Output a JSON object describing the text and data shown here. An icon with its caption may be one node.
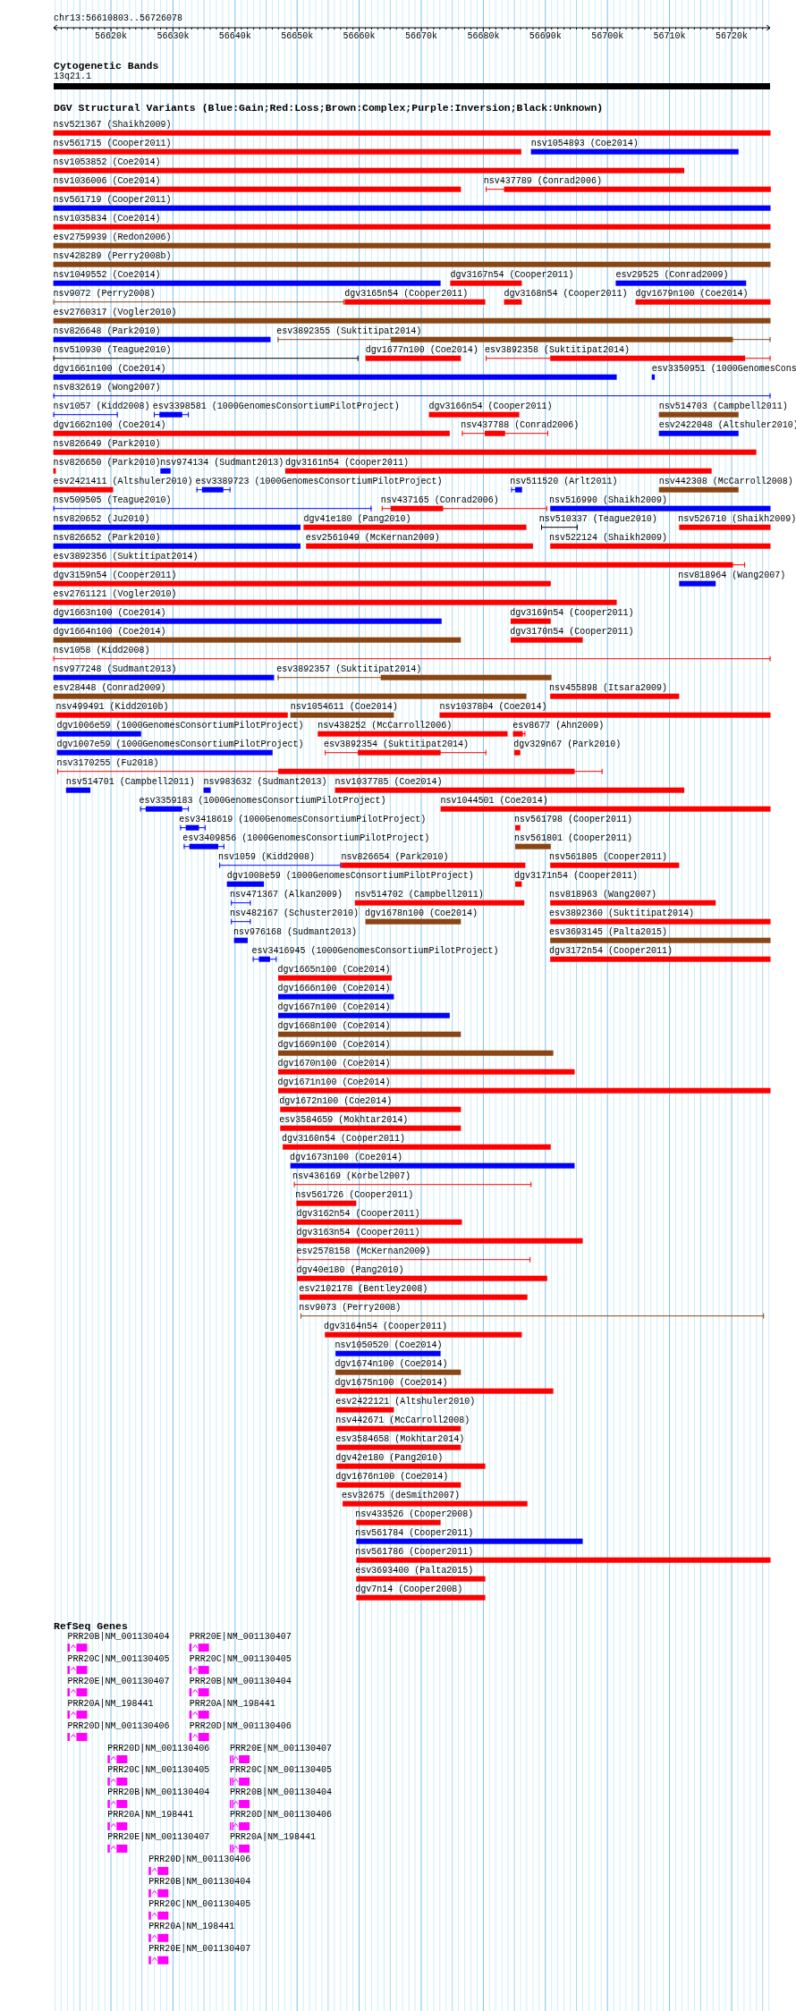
{
  "diagram": {
    "labels": [
      "chr13:56610803..56726078",
      "56620k",
      "56630k",
      "56640k",
      "56650k",
      "56660k",
      "56670k",
      "56680k",
      "56690k",
      "56700k",
      "56710k",
      "56720k",
      "Cytogenetic Bands",
      "13q21.1",
      "DGV Structural Variants (Blue:Gain;Red:Loss;Brown:Complex;Purple:Inversion;Black:Unknown)",
      "nsv521367 (Shaikh2009)",
      "nsv561715 (Cooper2011)",
      "nsv1054893 (Coe2014)",
      "nsv1053852 (Coe2014)",
      "nsv1036006 (Coe2014)",
      "nsv437789 (Conrad2006)",
      "nsv561719 (Cooper2011)",
      "nsv1035834 (Coe2014)",
      "esv2759939 (Redon2006)",
      "nsv428289 (Perry2008b)",
      "nsv1049552 (Coe2014)",
      "dgv3167n54 (Cooper2011)",
      "esv29525 (Conrad2009)",
      "nsv9072 (Perry2008)",
      "dgv3165n54 (Cooper2011)",
      "dgv3168n54 (Cooper2011)",
      "dgv1679n100 (Coe2014)",
      "esv2760317 (Vogler2010)",
      "nsv826648 (Park2010)",
      "esv3892355 (Suktitipat2014)",
      "nsv510930 (Teague2010)",
      "dgv1677n100 (Coe2014)",
      "esv3892358 (Suktitipat2014)",
      "dgv1661n100 (Coe2014)",
      "esv3350951 (1000GenomesCons",
      "nsv832619 (Wong2007)",
      "nsv1057 (Kidd2008)",
      "esv3398581 (1000GenomesConsortiumPilotProject)",
      "dgv3166n54 (Cooper2011)",
      "nsv514703 (Campbell2011)",
      "dgv1662n100 (Coe2014)",
      "nsv437788 (Conrad2006)",
      "esv2422048 (Altshuler2010)",
      "nsv826649 (Park2010)",
      "nsv826650 (Park2010)",
      "nsv974134 (Sudmant2013)",
      "dgv3161n54 (Cooper2011)",
      "esv2421411 (Altshuler2010)",
      "esv3389723 (1000GenomesConsortiumPilotProject)",
      "nsv511520 (Arlt2011)",
      "nsv442308 (McCarroll2008)",
      "nsv509505 (Teague2010)",
      "nsv437165 (Conrad2006)",
      "nsv516990 (Shaikh2009)",
      "nsv820652 (Ju2010)",
      "dgv41e180 (Pang2010)",
      "nsv510337 (Teague2010)",
      "nsv526710 (Shaikh2009)",
      "nsv826652 (Park2010)",
      "esv2561049 (McKernan2009)",
      "nsv522124 (Shaikh2009)",
      "esv3892356 (Suktitipat2014)",
      "dgv3159n54 (Cooper2011)",
      "nsv818964 (Wang2007)",
      "esv2761121 (Vogler2010)",
      "dgv1663n100 (Coe2014)",
      "dgv3169n54 (Cooper2011)",
      "dgv1664n100 (Coe2014)",
      "dgv3170n54 (Cooper2011)",
      "nsv1058 (Kidd2008)",
      "nsv977248 (Sudmant2013)",
      "esv3892357 (Suktitipat2014)",
      "esv28448 (Conrad2009)",
      "nsv455898 (Itsara2009)",
      "nsv499491 (Kidd2010b)",
      "nsv1054611 (Coe2014)",
      "nsv1037804 (Coe2014)",
      "dgv1006e59 (1000GenomesConsortiumPilotProject)",
      "nsv438252 (McCarroll2006)",
      "esv8677 (Ahn2009)",
      "dgv1007e59 (1000GenomesConsortiumPilotProject)",
      "esv3892354 (Suktitipat2014)",
      "dgv329n67 (Park2010)",
      "nsv3170255 (Fu2018)",
      "nsv514701 (Campbell2011)",
      "nsv983632 (Sudmant2013)",
      "nsv1037785 (Coe2014)",
      "esv3359183 (1000GenomesConsortiumPilotProject)",
      "nsv1044501 (Coe2014)",
      "esv3418619 (1000GenomesConsortiumPilotProject)",
      "nsv561798 (Cooper2011)",
      "esv3409856 (1000GenomesConsortiumPilotProject)",
      "nsv561801 (Cooper2011)",
      "nsv1059 (Kidd2008)",
      "nsv826654 (Park2010)",
      "nsv561805 (Cooper2011)",
      "dgv1008e59 (1000GenomesConsortiumPilotProject)",
      "dgv3171n54 (Cooper2011)",
      "nsv471367 (Alkan2009)",
      "nsv514702 (Campbell2011)",
      "nsv818963 (Wang2007)",
      "nsv482167 (Schuster2010)",
      "dgv1678n100 (Coe2014)",
      "esv3892360 (Suktitipat2014)",
      "nsv976168 (Sudmant2013)",
      "esv3693145 (Palta2015)",
      "esv3416945 (1000GenomesConsortiumPilotProject)",
      "dgv3172n54 (Cooper2011)",
      "dgv1665n100 (Coe2014)",
      "dgv1666n100 (Coe2014)",
      "dgv1667n100 (Coe2014)",
      "dgv1668n100 (Coe2014)",
      "dgv1669n100 (Coe2014)",
      "dgv1670n100 (Coe2014)",
      "dgv1671n100 (Coe2014)",
      "dgv1672n100 (Coe2014)",
      "esv3584659 (Mokhtar2014)",
      "dgv3160n54 (Cooper2011)",
      "dgv1673n100 (Coe2014)",
      "nsv436169 (Korbel2007)",
      "nsv561726 (Cooper2011)",
      "dgv3162n54 (Cooper2011)",
      "dgv3163n54 (Cooper2011)",
      "esv2578158 (McKernan2009)",
      "dgv40e180 (Pang2010)",
      "esv2102178 (Bentley2008)",
      "nsv9073 (Perry2008)",
      "dgv3164n54 (Cooper2011)",
      "nsv1050520 (Coe2014)",
      "dgv1674n100 (Coe2014)",
      "dgv1675n100 (Coe2014)",
      "esv2422121 (Altshuler2010)",
      "nsv442671 (McCarroll2008)",
      "esv3584658 (Mokhtar2014)",
      "dgv42e180 (Pang2010)",
      "dgv1676n100 (Coe2014)",
      "esv32675 (deSmith2007)",
      "nsv433526 (Cooper2008)",
      "nsv561784 (Cooper2011)",
      "nsv561786 (Cooper2011)",
      "esv3693400 (Palta2015)",
      "dgv7n14 (Cooper2008)",
      "RefSeq Genes",
      "PRR20B|NM_001130404",
      "PRR20E|NM_001130407",
      "PRR20C|NM_001130405",
      "PRR20C|NM_001130405",
      "PRR20E|NM_001130407",
      "PRR20B|NM_001130404",
      "PRR20A|NM_198441",
      "PRR20A|NM_198441",
      "PRR20D|NM_001130406",
      "PRR20D|NM_001130406",
      "PRR20D|NM_001130406",
      "PRR20E|NM_001130407",
      "PRR20C|NM_001130405",
      "PRR20C|NM_001130405",
      "PRR20B|NM_001130404",
      "PRR20B|NM_001130404",
      "PRR20A|NM_198441",
      "PRR20D|NM_001130406",
      "PRR20E|NM_001130407",
      "PRR20A|NM_198441",
      "PRR20D|NM_001130406",
      "PRR20B|NM_001130404",
      "PRR20C|NM_001130405",
      "PRR20A|NM_198441",
      "PRR20E|NM_001130407"
    ]
  }
}
